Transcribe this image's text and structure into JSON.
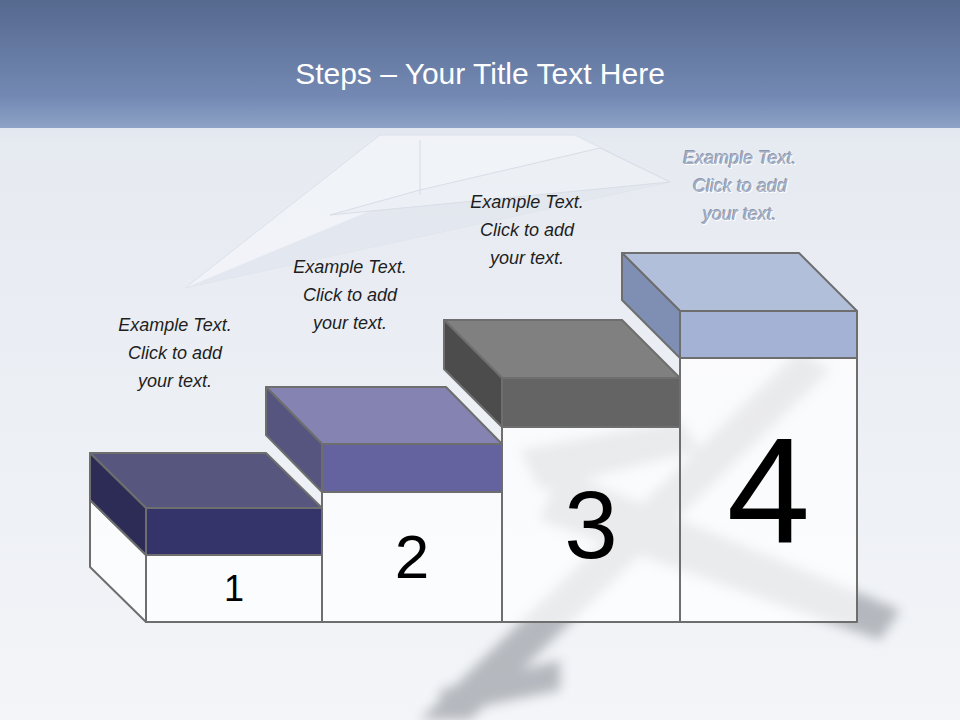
{
  "diagram": {
    "title": "Steps – Your Title Text Here",
    "nodes": [
      {
        "text": [
          "Example Text. Click to add your text.",
          "1"
        ]
      },
      {
        "text": [
          "Example Text. Click to add your text.",
          "2"
        ]
      },
      {
        "text": [
          "Example Text. Click to add your text.",
          "3"
        ]
      },
      {
        "text": [
          "Example Text. Click to add your text.",
          "4"
        ]
      }
    ]
  }
}
